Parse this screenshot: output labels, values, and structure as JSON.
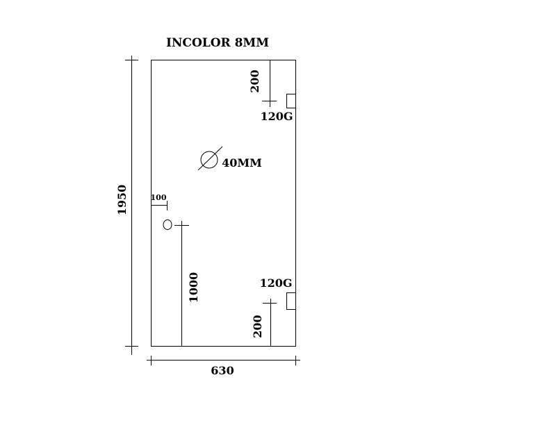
{
  "title": "INCOLOR 8MM",
  "dimensions": {
    "height": "1950",
    "width": "630",
    "top_hinge_offset": "200",
    "bottom_hinge_offset": "200",
    "handle_height": "1000",
    "handle_edge_offset": "100"
  },
  "hinges": {
    "top_label": "120G",
    "bottom_label": "120G"
  },
  "hole": {
    "label": "40MM"
  },
  "colors": {
    "ink": "#000000",
    "background": "#ffffff"
  }
}
